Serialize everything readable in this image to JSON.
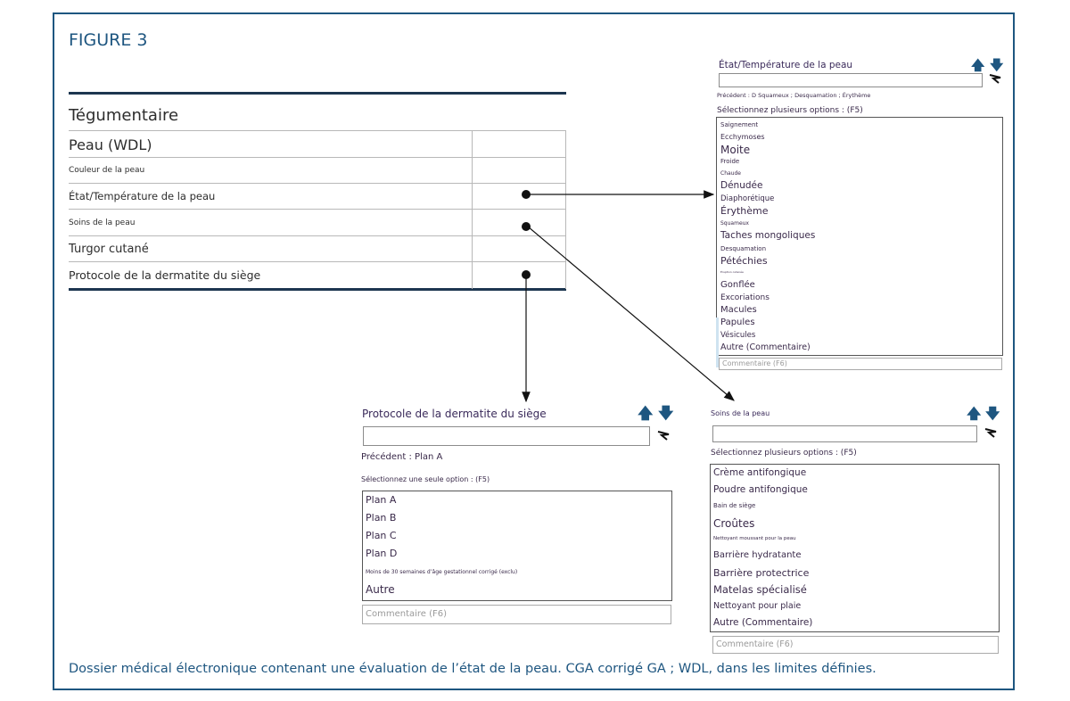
{
  "figure_title": "FIGURE 3",
  "caption": "Dossier médical électronique contenant une évaluation de l’état de la peau. CGA corrigé GA ; WDL, dans les limites définies.",
  "assessment": {
    "section": "Tégumentaire",
    "rows": [
      "Peau (WDL)",
      "Couleur de la peau",
      "État/Température de la peau",
      "Soins de la peau",
      "Turgor cutané",
      "Protocole de la dermatite du siège"
    ]
  },
  "etat_panel": {
    "title": "État/Température de la peau",
    "previous": "Précédent : D Squameux ; Desquamation ; Érythème",
    "instruction": "Sélectionnez plusieurs options : (F5)",
    "options": [
      "Saignement",
      "Ecchymoses",
      "Moite",
      "Froide",
      "Chaude",
      "Dénudée",
      "Diaphorétique",
      "Érythème",
      "Squameux",
      "Taches mongoliques",
      "Desquamation",
      "Pétéchies",
      "Éruption cutanée",
      "Gonflée",
      "Excoriations",
      "Macules",
      "Papules",
      "Vésicules",
      "Autre (Commentaire)"
    ],
    "comment_placeholder": "Commentaire (F6)"
  },
  "protocole_panel": {
    "title": "Protocole de la dermatite du siège",
    "previous": "Précédent : Plan A",
    "instruction": "Sélectionnez une seule option : (F5)",
    "options": [
      "Plan A",
      "Plan B",
      "Plan C",
      "Plan D",
      "Moins de 30 semaines d’âge gestationnel corrigé (exclu)",
      "Autre"
    ],
    "comment_placeholder": "Commentaire (F6)"
  },
  "soins_panel": {
    "title": "Soins de la peau",
    "instruction": "Sélectionnez plusieurs options : (F5)",
    "options": [
      "Crème antifongique",
      "Poudre antifongique",
      "Bain de siège",
      "Croûtes",
      "Nettoyant moussant pour la peau",
      "Barrière hydratante",
      "Barrière protectrice",
      "Matelas spécialisé",
      "Nettoyant pour plaie",
      "Autre (Commentaire)"
    ],
    "comment_placeholder": "Commentaire (F6)"
  },
  "icons": {
    "up": "arrow-up-icon",
    "down": "arrow-down-icon",
    "clear": "clear-filter-icon"
  },
  "colors": {
    "accent": "#1e5680",
    "table_rule": "#1d3650"
  }
}
